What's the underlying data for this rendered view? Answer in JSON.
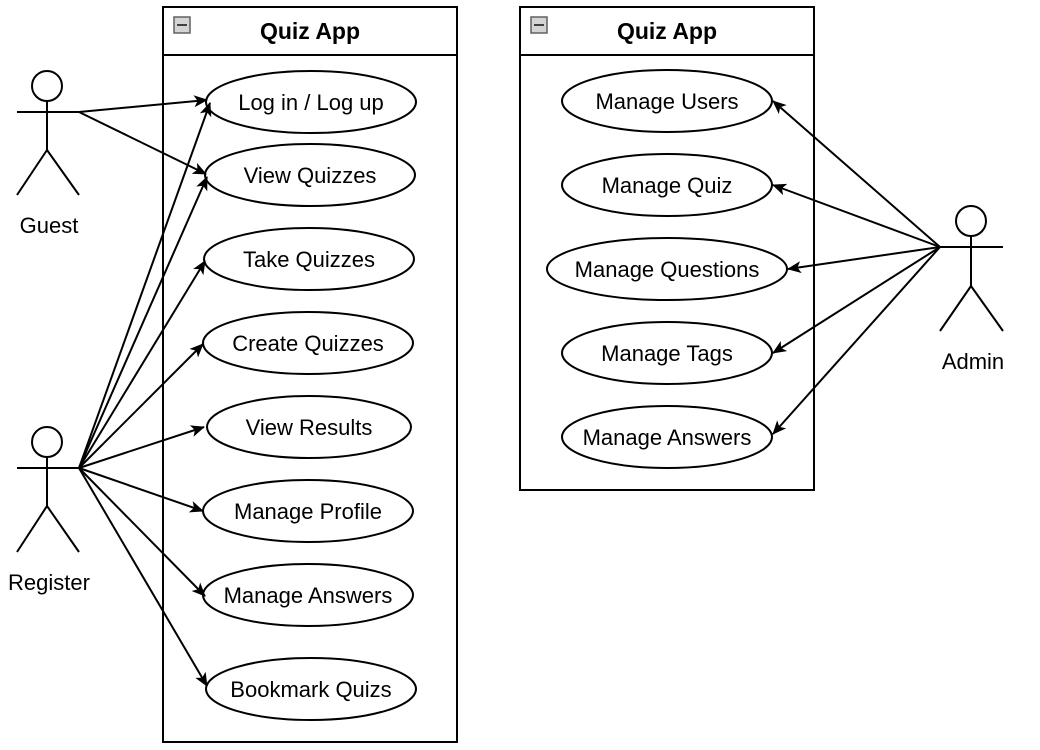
{
  "left_system": {
    "title": "Quiz App",
    "use_cases": [
      "Log in / Log up",
      "View Quizzes",
      "Take Quizzes",
      "Create Quizzes",
      "View Results",
      "Manage Profile",
      "Manage Answers",
      "Bookmark Quizs"
    ]
  },
  "right_system": {
    "title": "Quiz App",
    "use_cases": [
      "Manage Users",
      "Manage Quiz",
      "Manage Questions",
      "Manage Tags",
      "Manage Answers"
    ]
  },
  "actors": {
    "guest": "Guest",
    "register": "Register",
    "admin": "Admin"
  },
  "colors": {
    "line": "#000000",
    "collapse_icon": "#808080"
  },
  "icons": {
    "collapse": "collapse-icon"
  }
}
